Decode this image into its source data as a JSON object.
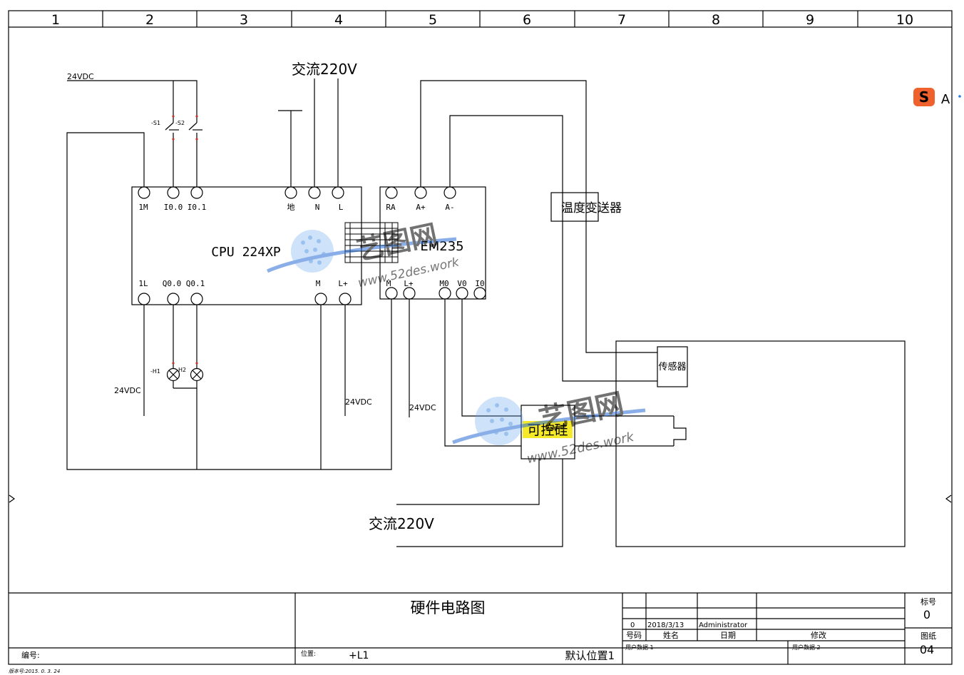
{
  "grid": {
    "columns": [
      "1",
      "2",
      "3",
      "4",
      "5",
      "6",
      "7",
      "8",
      "9",
      "10"
    ]
  },
  "supply": {
    "dc_top": "24VDC",
    "dc_out": "24VDC",
    "dc_cpu": "24VDC",
    "dc_em": "24VDC",
    "ac_top": "交流220V",
    "ac_bottom": "交流220V",
    "ground_label": "地"
  },
  "switches": {
    "s1": "-S1",
    "s2": "-S2",
    "h1": "-H1",
    "h2": "H2"
  },
  "cpu": {
    "name": "CPU 224XP",
    "top_terminals": [
      "1M",
      "I0.0",
      "I0.1",
      "地",
      "N",
      "L"
    ],
    "bottom_terminals": [
      "1L",
      "Q0.0",
      "Q0.1",
      "M",
      "L+"
    ]
  },
  "em": {
    "name": "EM235",
    "top_terminals": [
      "RA",
      "A+",
      "A-"
    ],
    "bottom_terminals": [
      "M",
      "L+",
      "M0",
      "V0",
      "I0"
    ]
  },
  "devices": {
    "transmitter": "温度变送器",
    "sensor": "传感器",
    "scr": "可控硅"
  },
  "watermark": {
    "text": "艺图网",
    "url": "www.52des.work"
  },
  "ime": {
    "label": "A"
  },
  "colors": {
    "line": "#000000",
    "highlight": "#f5e92a",
    "watermark": "#2b6fd6",
    "ime_orange": "#f0622d",
    "ime_blue": "#2a7be4"
  },
  "title_block": {
    "title": "硬件电路图",
    "number_label": "编号:",
    "position_label": "位置:",
    "position_value": "+L1",
    "default_position": "默认位置1",
    "rev_no": "0",
    "rev_date": "2018/3/13",
    "rev_author": "Administrator",
    "hdr_no": "号码",
    "hdr_name": "姓名",
    "hdr_date": "日期",
    "hdr_mod": "修改",
    "user_data_1": "用户数据 1",
    "user_data_2": "用户数据 2",
    "mark_label": "标号",
    "mark_value": "0",
    "sheet_label": "图纸",
    "sheet_value": "04"
  },
  "version": "版本号:2015. 0. 3. 24"
}
